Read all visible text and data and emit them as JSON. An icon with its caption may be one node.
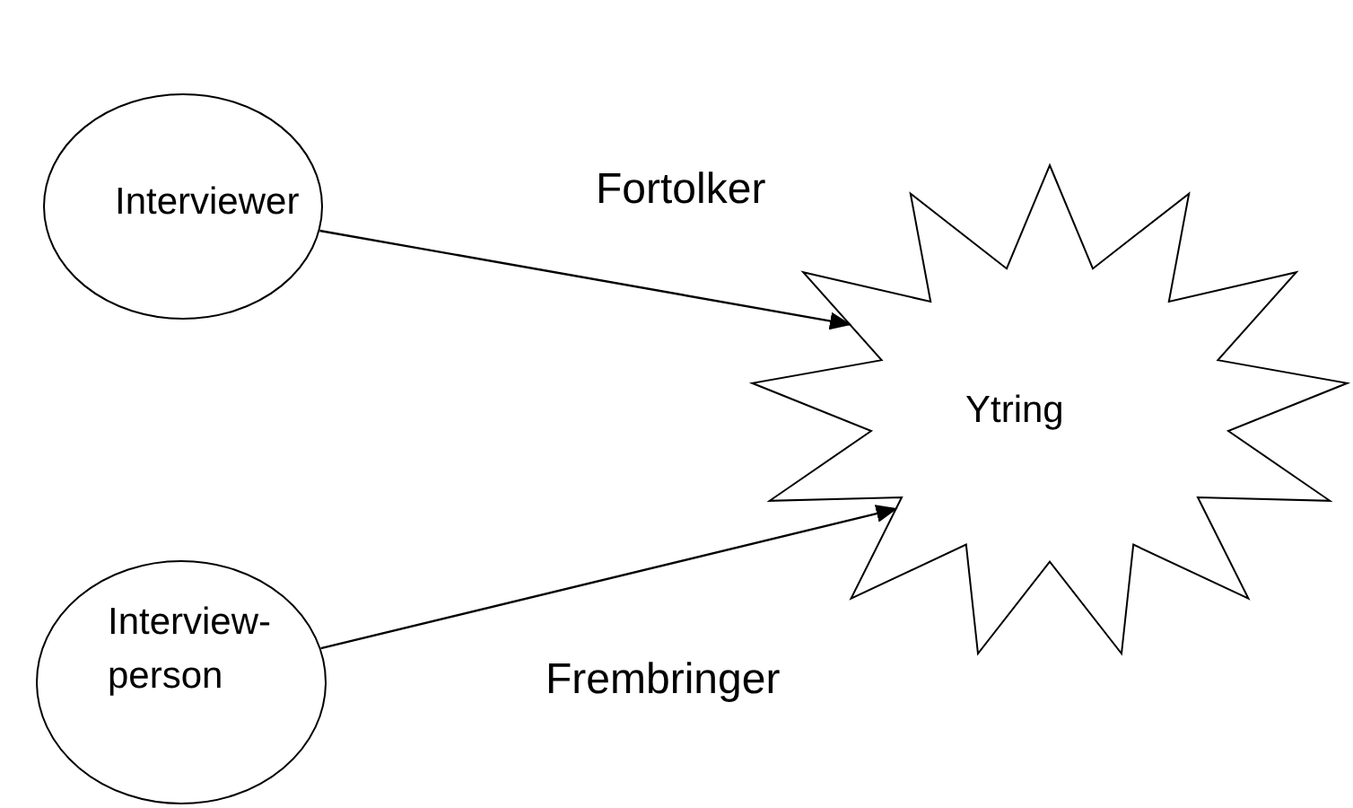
{
  "diagram": {
    "nodes": [
      {
        "text": [
          "Interviewer"
        ]
      },
      {
        "text": [
          "Interview- person"
        ]
      },
      {
        "text": [
          "Ytring"
        ]
      }
    ],
    "edges": [
      {
        "from": 0,
        "to": 2,
        "arrow": "to",
        "label": "Fortolker"
      },
      {
        "from": 1,
        "to": 2,
        "arrow": "to",
        "label": "Frembringer"
      }
    ]
  }
}
